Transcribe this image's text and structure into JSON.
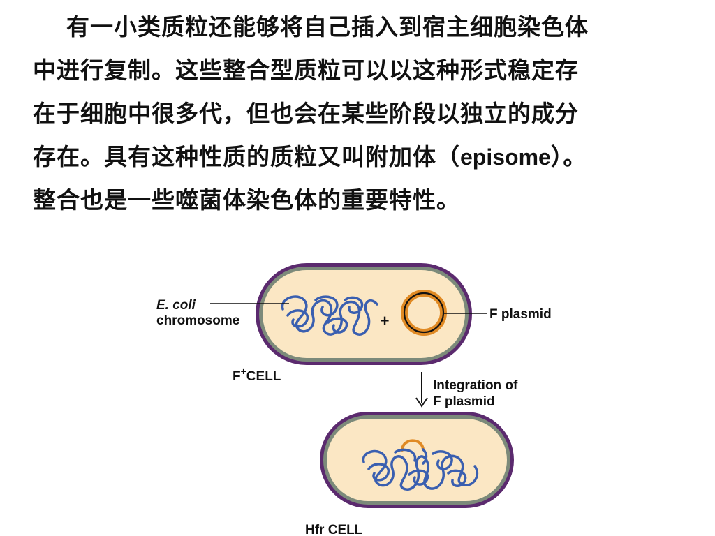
{
  "paragraph": {
    "line1": "有一小类质粒还能够将自己插入到宿主细胞染色体",
    "line2": "中进行复制。这些整合型质粒可以以这种形式稳定存",
    "line3": "在于细胞中很多代，但也会在某些阶段以独立的成分",
    "line4_before": "存在。具有这种性质的质粒又叫附加体（",
    "line4_term": "episome",
    "line4_after": "）。",
    "line5": "整合也是一些噬菌体染色体的重要特性。"
  },
  "diagram": {
    "label_ecoli": "E. coli",
    "label_chromosome": "chromosome",
    "label_plus": "+",
    "label_fplasmid": "F plasmid",
    "label_fplus_F": "F",
    "label_fplus_sup": "+",
    "label_fplus_cell": "CELL",
    "label_integration_1": "Integration of",
    "label_integration_2": "F plasmid",
    "label_hfr": "Hfr CELL"
  },
  "colors": {
    "cell_fill": "#fbe7c4",
    "cell_inner_border": "#7c8a7a",
    "cell_outer_border": "#5b2a6e",
    "chromosome": "#3a5fb0",
    "plasmid": "#e08a24",
    "text": "#111111"
  }
}
